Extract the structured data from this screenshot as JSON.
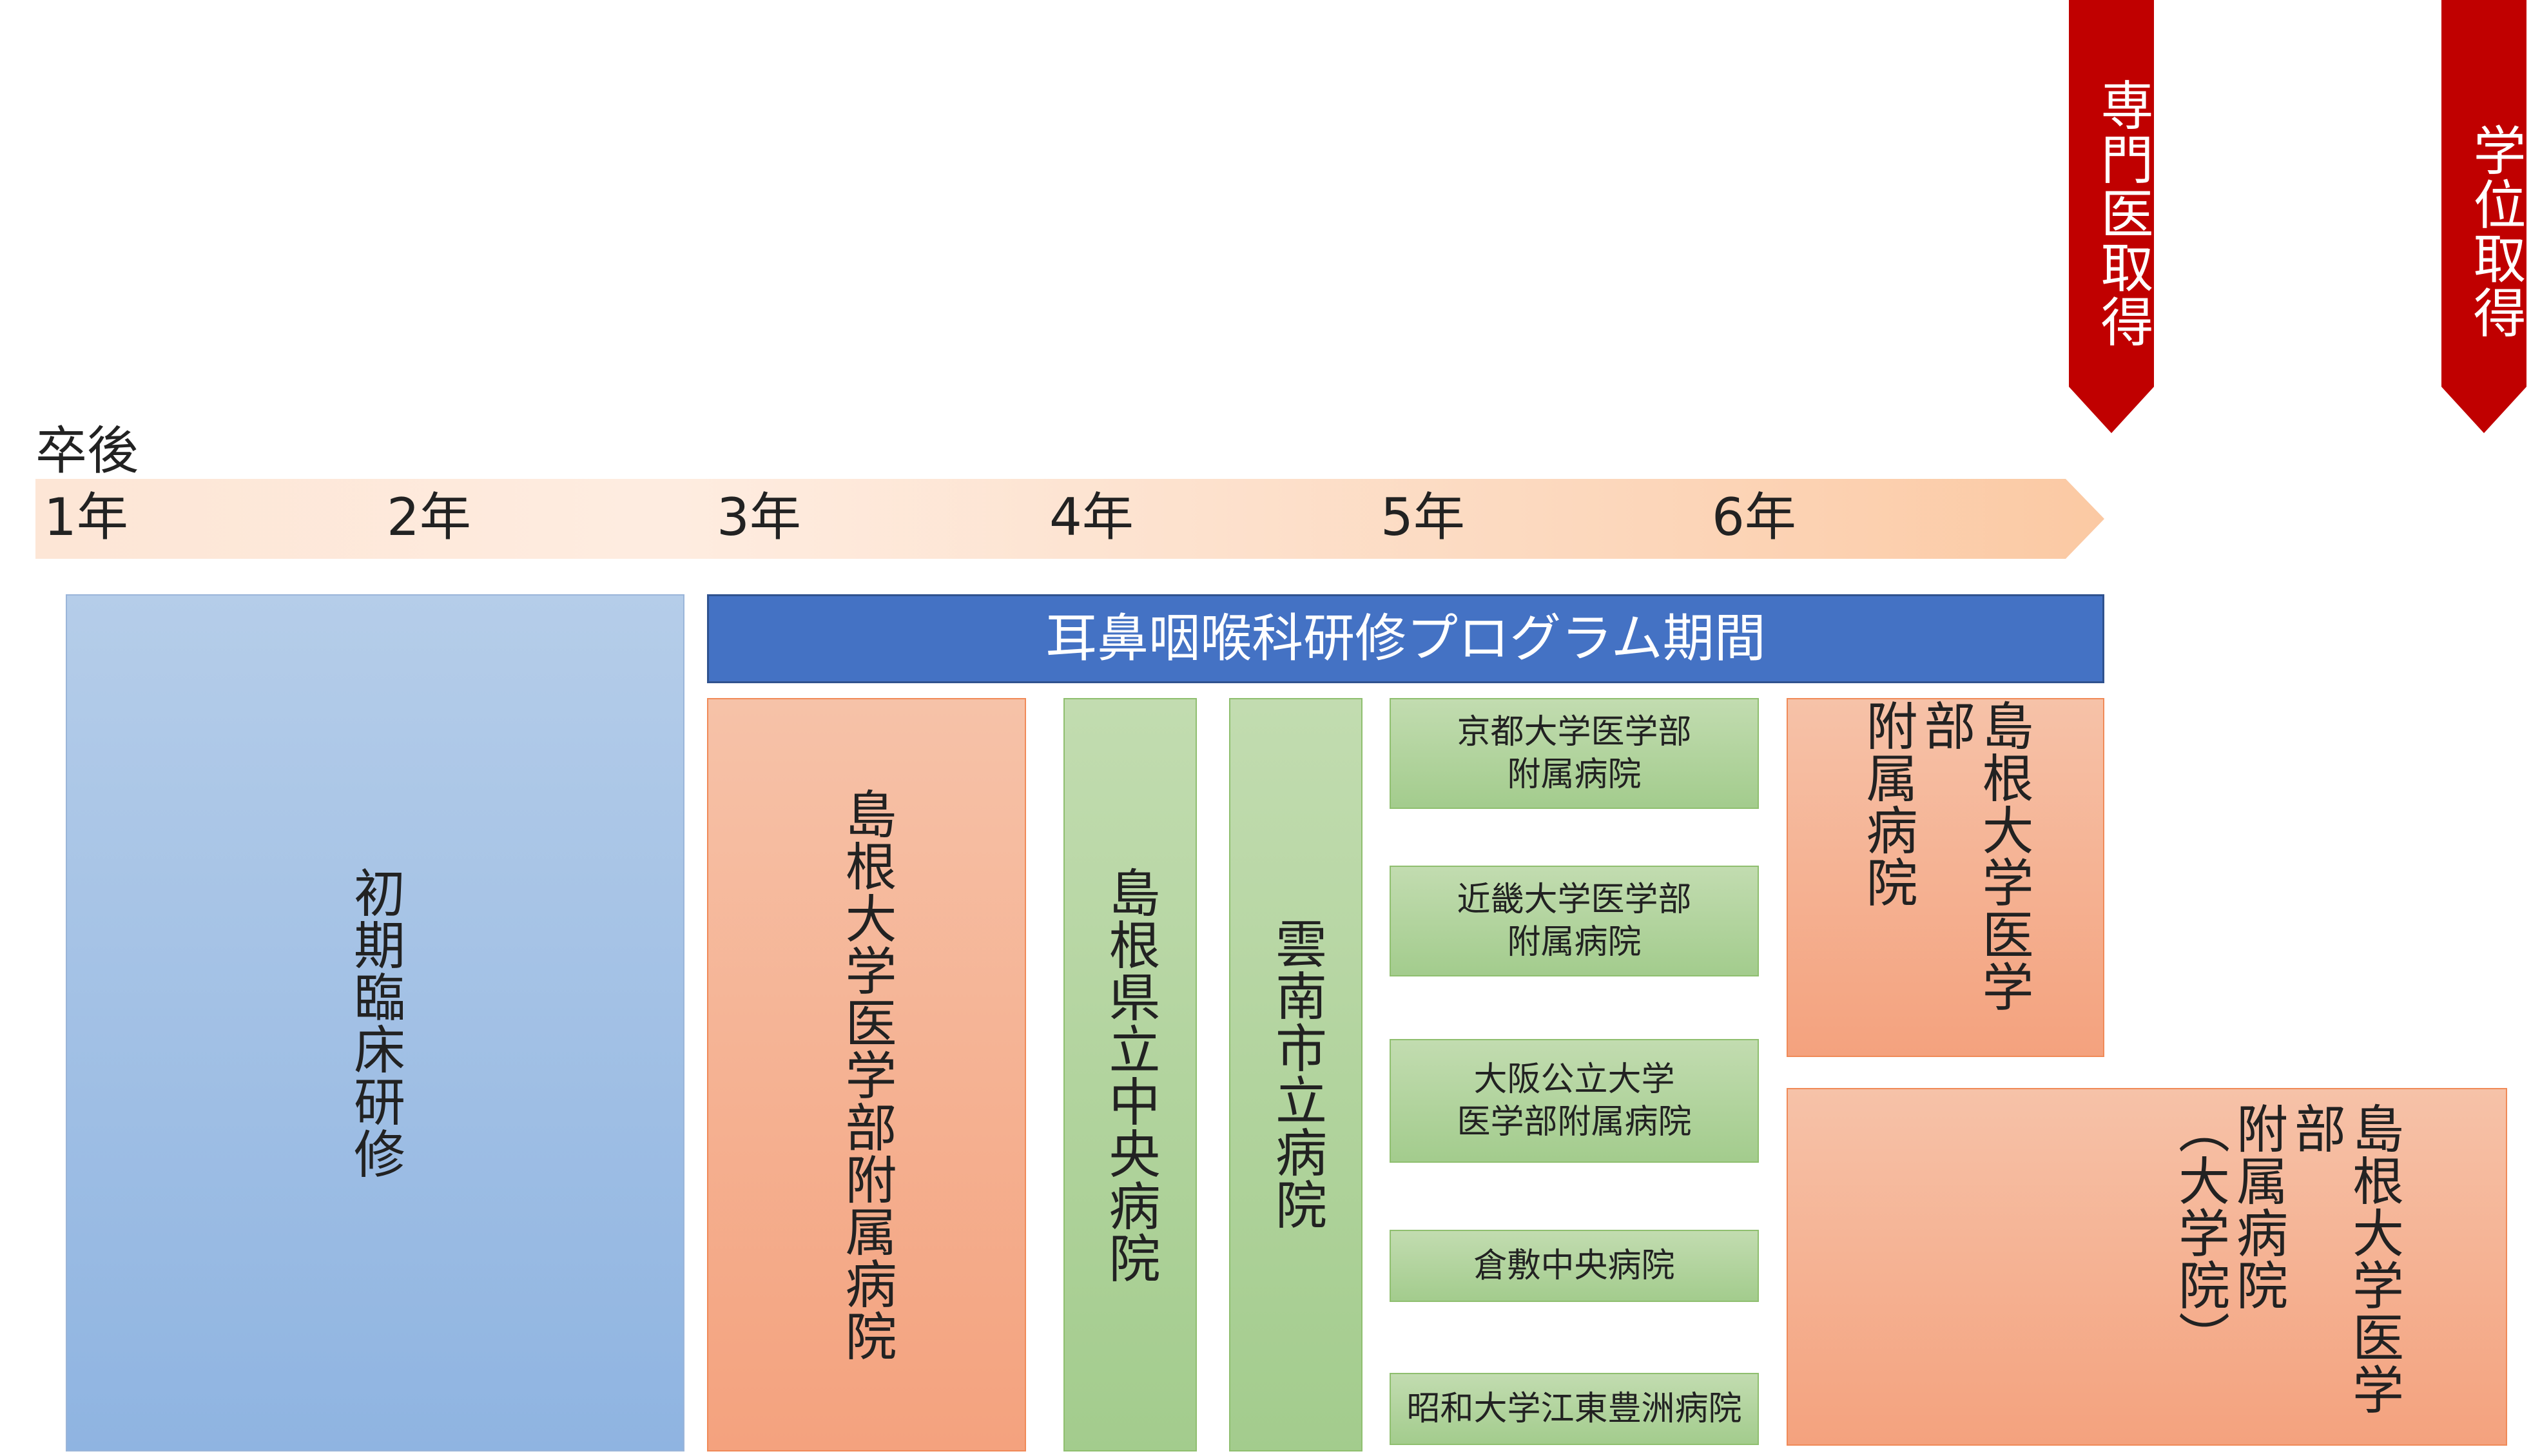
{
  "markers": {
    "specialist": "専門医取得",
    "degree": "学位取得",
    "color": "#c00000"
  },
  "timeline": {
    "caption": "卒後",
    "years": [
      "1年",
      "2年",
      "3年",
      "4年",
      "5年",
      "6年"
    ]
  },
  "program_bar": {
    "label": "耳鼻咽喉科研修プログラム期間"
  },
  "blocks": {
    "initial_training": "初期臨床研修",
    "shimane_univ_hospital_yr3": "島根大学医学部附属病院",
    "shimane_pref_central": "島根県立中央病院",
    "unnan_city": "雲南市立病院",
    "kyoto_univ": "京都大学医学部\n附属病院",
    "kindai_univ": "近畿大学医学部\n附属病院",
    "osaka_metro_univ": "大阪公立大学\n医学部附属病院",
    "kurashiki_central": "倉敷中央病院",
    "showa_koto_toyosu": "昭和大学江東豊洲病院",
    "shimane_univ_hospital_yr6": "島根大学医学部\n附属病院",
    "shimane_univ_grad": "島根大学医学部\n附属病院\n（大学院）"
  },
  "colors": {
    "program_bar": "#4472c4",
    "initial": "#9dbde3",
    "orange_box": "#f5b192",
    "green_box": "#afd49a",
    "timeline_arrow": "#fbd0b0"
  }
}
